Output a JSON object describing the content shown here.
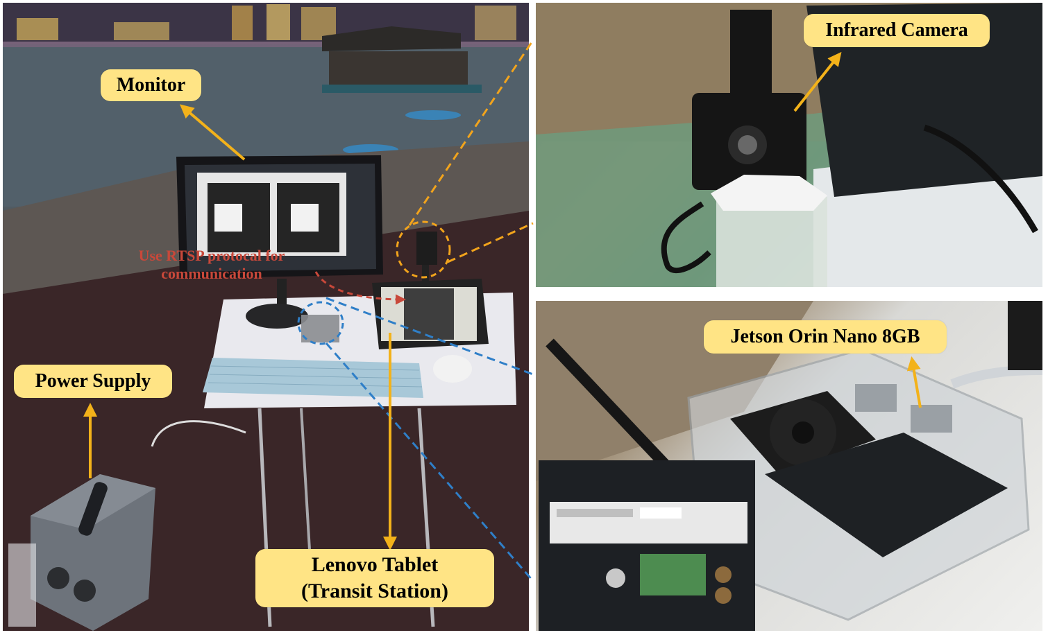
{
  "labels": {
    "monitor": "Monitor",
    "power_supply": "Power Supply",
    "tablet_line1": "Lenovo Tablet",
    "tablet_line2": "(Transit Station)",
    "infrared_camera": "Infrared Camera",
    "jetson": "Jetson Orin Nano 8GB"
  },
  "note": {
    "line1": "Use RTSP protocal for",
    "line2": "communication"
  },
  "colors": {
    "label_bg": "#ffe485",
    "arrow": "#f3b21a",
    "blue_dash": "#2f7fc8",
    "orange_dash": "#f2a41c",
    "note_red": "#c8483a"
  }
}
